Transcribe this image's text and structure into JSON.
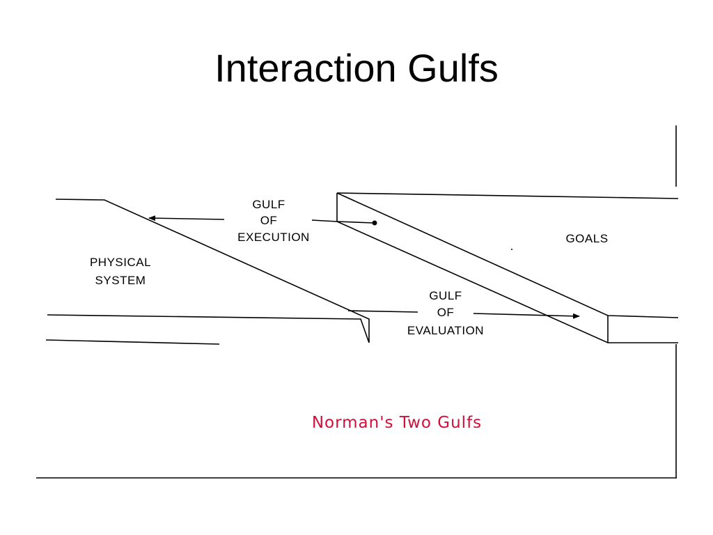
{
  "slide": {
    "title": "Interaction Gulfs"
  },
  "diagram": {
    "left_block": {
      "line1": "PHYSICAL",
      "line2": "SYSTEM"
    },
    "right_block": {
      "label": "GOALS"
    },
    "gulf_execution": {
      "line1": "GULF",
      "line2": "OF",
      "line3": "EXECUTION"
    },
    "gulf_evaluation": {
      "line1": "GULF",
      "line2": "OF",
      "line3": "EVALUATION"
    },
    "caption": "Norman's Two Gulfs",
    "caption_color": "#d0103a"
  }
}
